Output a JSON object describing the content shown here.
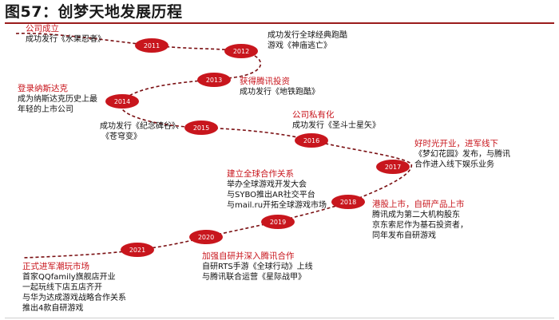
{
  "title": "图57：创梦天地发展历程",
  "colors": {
    "accent": "#c8161d",
    "node": "#c8161d",
    "path": "#7a0f12"
  },
  "years": [
    "2011",
    "2012",
    "2013",
    "2014",
    "2015",
    "2016",
    "2017",
    "2018",
    "2019",
    "2020",
    "2021"
  ],
  "events": {
    "e2011": {
      "head": "公司成立",
      "lines": [
        "成功发行《水果忍者》"
      ]
    },
    "e2012": {
      "head": "",
      "lines": [
        "成功发行全球经典跑酷",
        "游戏《神庙逃亡》"
      ]
    },
    "e2013": {
      "head": "获得腾讯投资",
      "lines": [
        "成功发行《地铁跑酷》"
      ]
    },
    "e2014": {
      "head": "登录纳斯达克",
      "lines": [
        "成为纳斯达克历史上最",
        "年轻的上市公司"
      ]
    },
    "e2015": {
      "head": "",
      "lines": [
        "成功发行《纪念碑谷》、",
        "《苍穹变》"
      ]
    },
    "e2016": {
      "head": "公司私有化",
      "lines": [
        "成功发行《圣斗士星矢》"
      ]
    },
    "e2017": {
      "head": "好时光开业，进军线下",
      "lines": [
        "《梦幻花园》发布，与腾讯",
        "合作进入线下娱乐业务"
      ]
    },
    "e2019": {
      "head": "建立全球合作关系",
      "lines": [
        "举办全球游戏开发大会",
        "与SYBO推出AR社交平台",
        "与mail.ru开拓全球游戏市场"
      ]
    },
    "e2018": {
      "head": "港股上市，自研产品上市",
      "lines": [
        "腾讯成为第二大机构股东",
        "京东索尼作为基石投资者，",
        "同年发布自研游戏"
      ]
    },
    "e2020": {
      "head": "加强自研并深入腾讯合作",
      "lines": [
        "自研RTS手游《全球行动》上线",
        "与腾讯联合运营《星际战甲》"
      ]
    },
    "e2021": {
      "head": "正式进军潮玩市场",
      "lines": [
        "首家QQfamily旗舰店开业",
        "一起玩线下店五店齐开",
        "与华为达成游戏战略合作关系",
        "推出4款自研游戏"
      ]
    }
  }
}
